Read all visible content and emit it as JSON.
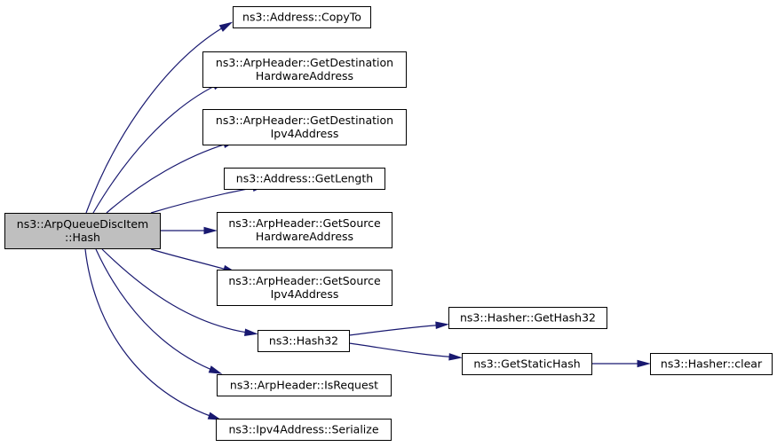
{
  "colors": {
    "root_fill": "#bfbfbf",
    "node_fill": "#ffffff",
    "border": "#000000",
    "edge": "#191970"
  },
  "nodes": {
    "root": {
      "lines": [
        "ns3::ArpQueueDiscItem",
        "::Hash"
      ]
    },
    "copyto": {
      "lines": [
        "ns3::Address::CopyTo"
      ]
    },
    "getdesthw": {
      "lines": [
        "ns3::ArpHeader::GetDestination",
        "HardwareAddress"
      ]
    },
    "getdestipv4": {
      "lines": [
        "ns3::ArpHeader::GetDestination",
        "Ipv4Address"
      ]
    },
    "getlength": {
      "lines": [
        "ns3::Address::GetLength"
      ]
    },
    "getsrchw": {
      "lines": [
        "ns3::ArpHeader::GetSource",
        "HardwareAddress"
      ]
    },
    "getsrcipv4": {
      "lines": [
        "ns3::ArpHeader::GetSource",
        "Ipv4Address"
      ]
    },
    "hash32": {
      "lines": [
        "ns3::Hash32"
      ]
    },
    "isrequest": {
      "lines": [
        "ns3::ArpHeader::IsRequest"
      ]
    },
    "serialize": {
      "lines": [
        "ns3::Ipv4Address::Serialize"
      ]
    },
    "gethash32": {
      "lines": [
        "ns3::Hasher::GetHash32"
      ]
    },
    "getstatichash": {
      "lines": [
        "ns3::GetStaticHash"
      ]
    },
    "clear": {
      "lines": [
        "ns3::Hasher::clear"
      ]
    }
  },
  "edges": [
    {
      "from": "root",
      "to": "copyto"
    },
    {
      "from": "root",
      "to": "getdesthw"
    },
    {
      "from": "root",
      "to": "getdestipv4"
    },
    {
      "from": "root",
      "to": "getlength"
    },
    {
      "from": "root",
      "to": "getsrchw"
    },
    {
      "from": "root",
      "to": "getsrcipv4"
    },
    {
      "from": "root",
      "to": "hash32"
    },
    {
      "from": "root",
      "to": "isrequest"
    },
    {
      "from": "root",
      "to": "serialize"
    },
    {
      "from": "hash32",
      "to": "gethash32"
    },
    {
      "from": "hash32",
      "to": "getstatichash"
    },
    {
      "from": "getstatichash",
      "to": "clear"
    }
  ]
}
